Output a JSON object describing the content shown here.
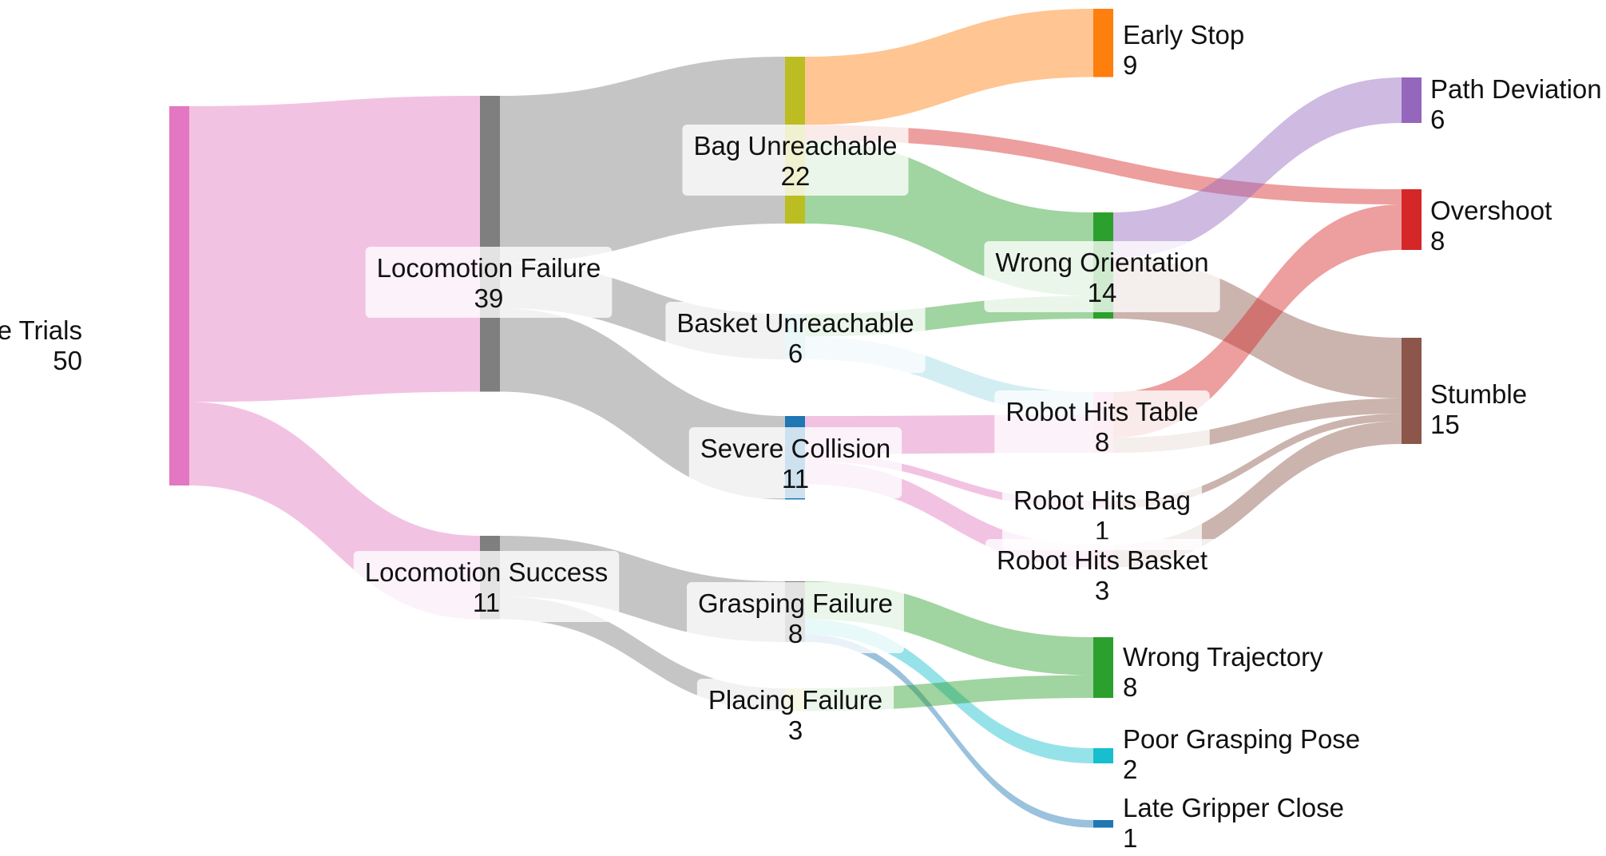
{
  "sankey": {
    "nodes": [
      {
        "id": "failure_trials",
        "label": "Failure Trials",
        "value": "50",
        "color": "#e377c2",
        "column": 0,
        "label_side": "left",
        "label_box": false
      },
      {
        "id": "locomotion_failure",
        "label": "Locomotion Failure",
        "value": "39",
        "color": "#7f7f7f",
        "column": 1,
        "label_side": "center",
        "label_box": true
      },
      {
        "id": "locomotion_success",
        "label": "Locomotion Success",
        "value": "11",
        "color": "#7f7f7f",
        "column": 1,
        "label_side": "center",
        "label_box": true
      },
      {
        "id": "bag_unreachable",
        "label": "Bag Unreachable",
        "value": "22",
        "color": "#bcbd22",
        "column": 2,
        "label_side": "center",
        "label_box": true
      },
      {
        "id": "basket_unreachable",
        "label": "Basket Unreachable",
        "value": "6",
        "color": "#9edae5",
        "column": 2,
        "label_side": "center",
        "label_box": true
      },
      {
        "id": "severe_collision",
        "label": "Severe Collision",
        "value": "11",
        "color": "#1f77b4",
        "column": 2,
        "label_side": "center",
        "label_box": true
      },
      {
        "id": "grasping_failure",
        "label": "Grasping Failure",
        "value": "8",
        "color": "#7f7f7f",
        "column": 2,
        "label_side": "center",
        "label_box": true
      },
      {
        "id": "placing_failure",
        "label": "Placing Failure",
        "value": "3",
        "color": "#dbdb8d",
        "column": 2,
        "label_side": "center",
        "label_box": true
      },
      {
        "id": "early_stop",
        "label": "Early Stop",
        "value": "9",
        "color": "#ff7f0e",
        "column": 3,
        "label_side": "right",
        "label_box": false
      },
      {
        "id": "wrong_orientation",
        "label": "Wrong Orientation",
        "value": "14",
        "color": "#2ca02c",
        "column": 3,
        "label_side": "center",
        "label_box": true
      },
      {
        "id": "robot_hits_table",
        "label": "Robot Hits Table",
        "value": "8",
        "color": "#f7b6d2",
        "column": 3,
        "label_side": "center",
        "label_box": true
      },
      {
        "id": "robot_hits_bag",
        "label": "Robot Hits Bag",
        "value": "1",
        "color": "#f7b6d2",
        "column": 3,
        "label_side": "center",
        "label_box": true
      },
      {
        "id": "robot_hits_basket",
        "label": "Robot Hits Basket",
        "value": "3",
        "color": "#f7b6d2",
        "column": 3,
        "label_side": "center",
        "label_box": true
      },
      {
        "id": "wrong_trajectory",
        "label": "Wrong Trajectory",
        "value": "8",
        "color": "#2ca02c",
        "column": 3,
        "label_side": "right",
        "label_box": false
      },
      {
        "id": "poor_grasping_pose",
        "label": "Poor Grasping Pose",
        "value": "2",
        "color": "#17becf",
        "column": 3,
        "label_side": "right",
        "label_box": false
      },
      {
        "id": "late_gripper_close",
        "label": "Late Gripper Close",
        "value": "1",
        "color": "#1f77b4",
        "column": 3,
        "label_side": "right",
        "label_box": false
      },
      {
        "id": "path_deviation",
        "label": "Path Deviation",
        "value": "6",
        "color": "#9467bd",
        "column": 4,
        "label_side": "right",
        "label_box": false
      },
      {
        "id": "overshoot",
        "label": "Overshoot",
        "value": "8",
        "color": "#d62728",
        "column": 4,
        "label_side": "right",
        "label_box": false
      },
      {
        "id": "stumble",
        "label": "Stumble",
        "value": "15",
        "color": "#8c564b",
        "column": 4,
        "label_side": "right",
        "label_box": false
      }
    ],
    "links": [
      {
        "source": "failure_trials",
        "target": "locomotion_failure",
        "value": 39,
        "color": "#e377c2"
      },
      {
        "source": "failure_trials",
        "target": "locomotion_success",
        "value": 11,
        "color": "#e377c2"
      },
      {
        "source": "locomotion_failure",
        "target": "bag_unreachable",
        "value": 22,
        "color": "#7f7f7f"
      },
      {
        "source": "locomotion_failure",
        "target": "basket_unreachable",
        "value": 6,
        "color": "#7f7f7f"
      },
      {
        "source": "locomotion_failure",
        "target": "severe_collision",
        "value": 11,
        "color": "#7f7f7f"
      },
      {
        "source": "locomotion_success",
        "target": "grasping_failure",
        "value": 8,
        "color": "#7f7f7f"
      },
      {
        "source": "locomotion_success",
        "target": "placing_failure",
        "value": 3,
        "color": "#7f7f7f"
      },
      {
        "source": "bag_unreachable",
        "target": "early_stop",
        "value": 9,
        "color": "#ff7f0e"
      },
      {
        "source": "bag_unreachable",
        "target": "overshoot",
        "value": 2,
        "color": "#d62728"
      },
      {
        "source": "bag_unreachable",
        "target": "wrong_orientation",
        "value": 11,
        "color": "#2ca02c"
      },
      {
        "source": "basket_unreachable",
        "target": "wrong_orientation",
        "value": 3,
        "color": "#2ca02c"
      },
      {
        "source": "basket_unreachable",
        "target": "robot_hits_table",
        "value": 3,
        "color": "#9edae5"
      },
      {
        "source": "severe_collision",
        "target": "robot_hits_table",
        "value": 5,
        "color": "#e377c2"
      },
      {
        "source": "severe_collision",
        "target": "robot_hits_bag",
        "value": 1,
        "color": "#e377c2"
      },
      {
        "source": "severe_collision",
        "target": "robot_hits_basket",
        "value": 3,
        "color": "#e377c2"
      },
      {
        "source": "wrong_orientation",
        "target": "path_deviation",
        "value": 6,
        "color": "#9467bd"
      },
      {
        "source": "wrong_orientation",
        "target": "stumble",
        "value": 8,
        "color": "#8c564b"
      },
      {
        "source": "robot_hits_table",
        "target": "overshoot",
        "value": 6,
        "color": "#d62728"
      },
      {
        "source": "robot_hits_table",
        "target": "stumble",
        "value": 2,
        "color": "#8c564b"
      },
      {
        "source": "robot_hits_bag",
        "target": "stumble",
        "value": 1,
        "color": "#8c564b"
      },
      {
        "source": "robot_hits_basket",
        "target": "stumble",
        "value": 3,
        "color": "#8c564b"
      },
      {
        "source": "grasping_failure",
        "target": "wrong_trajectory",
        "value": 5,
        "color": "#2ca02c"
      },
      {
        "source": "grasping_failure",
        "target": "poor_grasping_pose",
        "value": 2,
        "color": "#17becf"
      },
      {
        "source": "grasping_failure",
        "target": "late_gripper_close",
        "value": 1,
        "color": "#1f77b4"
      },
      {
        "source": "placing_failure",
        "target": "wrong_trajectory",
        "value": 3,
        "color": "#2ca02c"
      }
    ]
  }
}
